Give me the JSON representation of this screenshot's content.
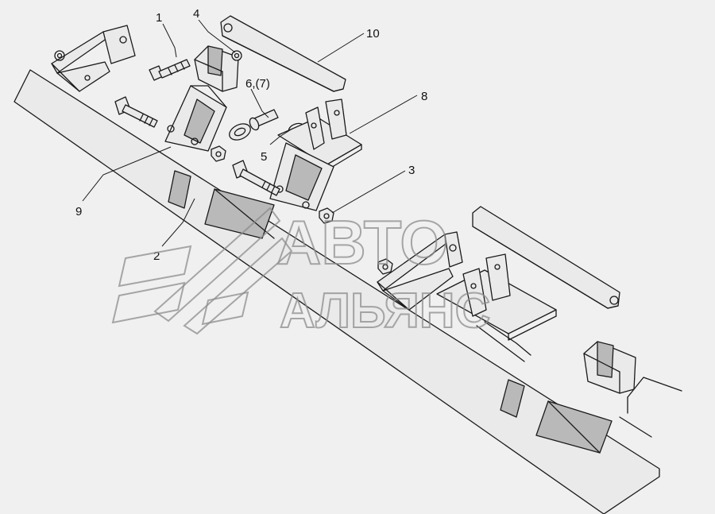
{
  "callouts": [
    {
      "id": "1",
      "text": "1"
    },
    {
      "id": "2",
      "text": "2"
    },
    {
      "id": "3",
      "text": "3"
    },
    {
      "id": "4",
      "text": "4"
    },
    {
      "id": "5",
      "text": "5"
    },
    {
      "id": "6",
      "text": "6,(7)"
    },
    {
      "id": "8",
      "text": "8"
    },
    {
      "id": "9",
      "text": "9"
    },
    {
      "id": "10",
      "text": "10"
    }
  ],
  "watermark": {
    "line1": "АВТО",
    "line2": "АЛЬЯНС"
  },
  "colors": {
    "background": "#f0f0f0",
    "line": "#1a1a1a",
    "watermark": "#8c8c8c"
  }
}
